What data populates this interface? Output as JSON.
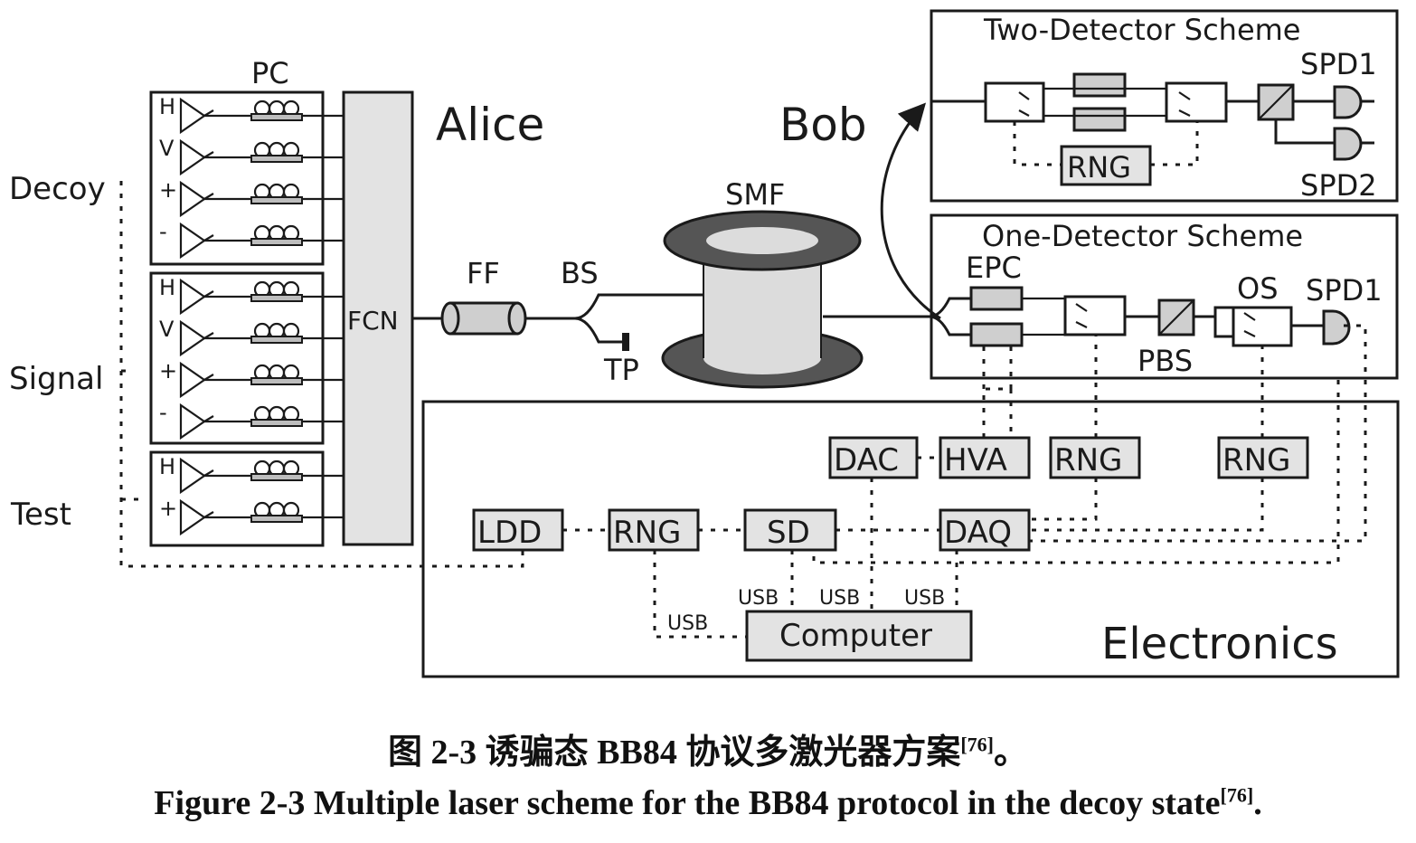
{
  "labels": {
    "pc": "PC",
    "alice": "Alice",
    "bob": "Bob",
    "decoy": "Decoy",
    "signal": "Signal",
    "test": "Test",
    "fcn": "FCN",
    "ff": "FF",
    "bs": "BS",
    "tp": "TP",
    "smf": "SMF",
    "two_detector": "Two-Detector Scheme",
    "one_detector": "One-Detector Scheme",
    "spd1_top": "SPD1",
    "spd2": "SPD2",
    "spd1_bottom": "SPD1",
    "epc": "EPC",
    "os": "OS",
    "pbs": "PBS",
    "rng_two": "RNG",
    "electronics": "Electronics",
    "dac": "DAC",
    "hva": "HVA",
    "rng_hva": "RNG",
    "rng_os": "RNG",
    "ldd": "LDD",
    "rng_ldd": "RNG",
    "sd": "SD",
    "daq": "DAQ",
    "computer": "Computer",
    "usb_rng": "USB",
    "usb_sd": "USB",
    "usb_dac": "USB",
    "usb_daq": "USB"
  },
  "laser_groups": [
    {
      "name": "Decoy",
      "lasers": [
        "H",
        "V",
        "+",
        "-"
      ]
    },
    {
      "name": "Signal",
      "lasers": [
        "H",
        "V",
        "+",
        "-"
      ]
    },
    {
      "name": "Test",
      "lasers": [
        "H",
        "+"
      ]
    }
  ],
  "caption": {
    "cn_prefix": "图 2-3  诱骗态 BB84 协议多激光器方案",
    "cn_ref": "[76]",
    "cn_suffix": "。",
    "en_prefix": "Figure 2-3 Multiple laser scheme for the BB84 protocol in the decoy state",
    "en_ref": "[76]",
    "en_suffix": "."
  }
}
